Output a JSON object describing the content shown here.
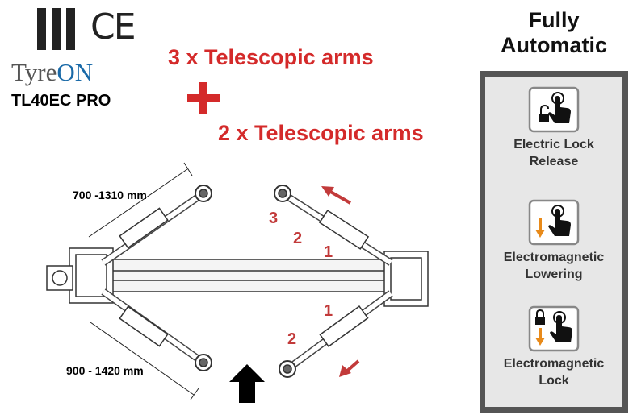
{
  "brand": {
    "name_a": "Tyre",
    "name_b": "ON",
    "model": "TL40EC PRO",
    "ce_mark": "CE",
    "accent_color": "#1a6aa8"
  },
  "headline": {
    "line1": "3 x Telescopic arms",
    "line2": "2 x Telescopic arms",
    "color": "#d42a2a"
  },
  "panel": {
    "title_line1": "Fully",
    "title_line2": "Automatic",
    "features": [
      {
        "icon": "press-unlock-icon",
        "line1": "Electric Lock",
        "line2": "Release"
      },
      {
        "icon": "press-lower-icon",
        "line1": "Electromagnetic",
        "line2": "Lowering"
      },
      {
        "icon": "press-lock-lower-icon",
        "line1": "Electromagnetic",
        "line2": "Lock"
      }
    ]
  },
  "diagram": {
    "dimension_top": "700 -1310 mm",
    "dimension_bottom": "900 - 1420 mm",
    "arm_labels_top": [
      "3",
      "2",
      "1"
    ],
    "arm_labels_bottom": [
      "1",
      "2"
    ]
  }
}
